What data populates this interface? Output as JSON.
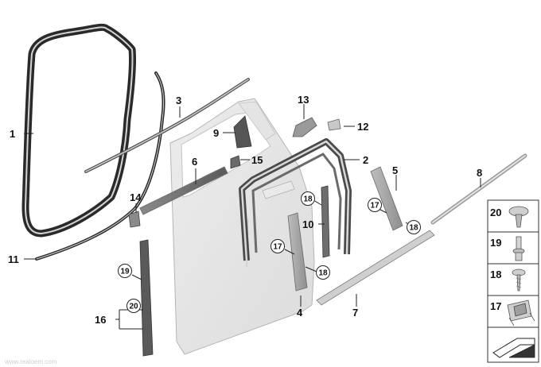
{
  "callouts": {
    "p1": "1",
    "p2": "2",
    "p3": "3",
    "p4": "4",
    "p5": "5",
    "p6": "6",
    "p7": "7",
    "p8": "8",
    "p9": "9",
    "p10": "10",
    "p11": "11",
    "p12": "12",
    "p13": "13",
    "p14": "14",
    "p15": "15",
    "p16": "16",
    "c17a": "17",
    "c17b": "17",
    "c18a": "18",
    "c18b": "18",
    "c18c": "18",
    "c19": "19",
    "c20": "20"
  },
  "legend": {
    "r20": "20",
    "r19": "19",
    "r18": "18",
    "r17": "17"
  },
  "watermark": "www.realoem.com"
}
